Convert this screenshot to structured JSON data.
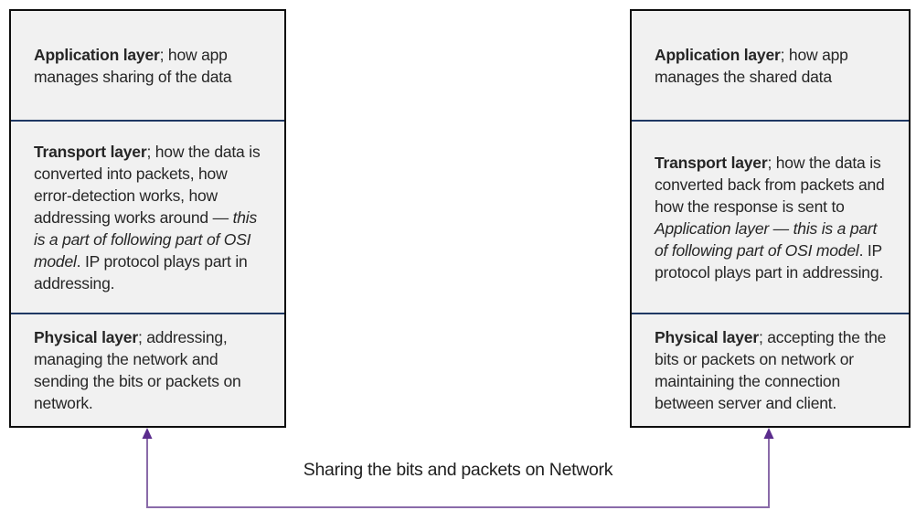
{
  "boxes": [
    {
      "name": "client-osi-stack",
      "sections": [
        {
          "id": "application",
          "runs": [
            {
              "t": "Application layer",
              "b": true
            },
            {
              "t": "; how app manages sharing of the data"
            }
          ]
        },
        {
          "id": "transport",
          "runs": [
            {
              "t": "Transport layer",
              "b": true
            },
            {
              "t": "; how the data is converted into packets, how error-detection works, how addressing works around — "
            },
            {
              "t": "this is a part of following part of OSI model",
              "i": true
            },
            {
              "t": ". IP protocol plays part in addressing."
            }
          ]
        },
        {
          "id": "physical",
          "runs": [
            {
              "t": "Physical layer",
              "b": true
            },
            {
              "t": "; addressing, managing the network and sending the bits or packets on network."
            }
          ]
        }
      ]
    },
    {
      "name": "server-osi-stack",
      "sections": [
        {
          "id": "application",
          "runs": [
            {
              "t": "Application layer",
              "b": true
            },
            {
              "t": "; how app manages the shared data"
            }
          ]
        },
        {
          "id": "transport",
          "runs": [
            {
              "t": "Transport layer",
              "b": true
            },
            {
              "t": "; how the data is converted back from packets and how the response is sent to "
            },
            {
              "t": "Application layer — this is a part of following part of OSI model",
              "i": true
            },
            {
              "t": ". IP protocol plays part in addressing."
            }
          ]
        },
        {
          "id": "physical",
          "runs": [
            {
              "t": "Physical layer",
              "b": true
            },
            {
              "t": "; accepting the the bits or packets on network or maintaining the connection between server and client."
            }
          ]
        }
      ]
    }
  ],
  "connector": {
    "label": "Sharing the bits and packets on Network"
  },
  "colors": {
    "box_fill": "#f1f1f1",
    "box_border": "#0d0d0d",
    "section_divider": "#1f3864",
    "body_text": "#262626",
    "arrow_line": "#8a6ba9",
    "arrow_head": "#5b2c8d"
  }
}
